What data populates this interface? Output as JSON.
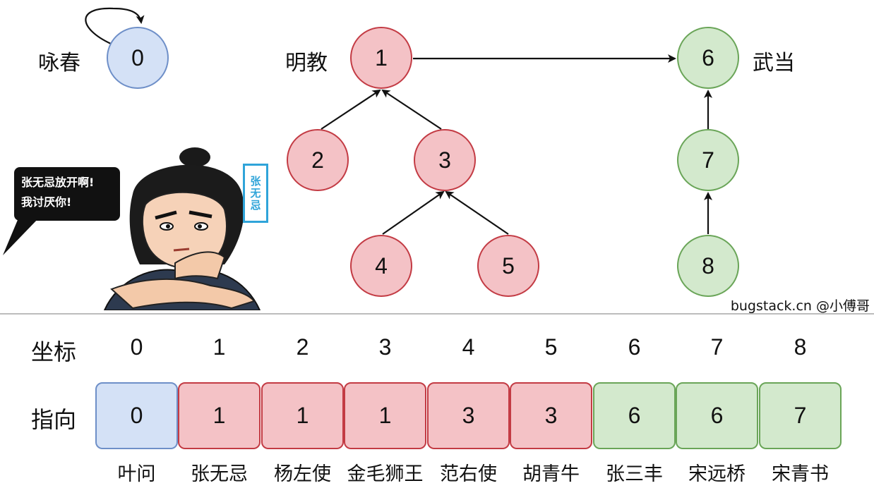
{
  "graph": {
    "labels": {
      "wingchun": "咏春",
      "mingjiao": "明教",
      "wudang": "武当"
    },
    "nodes": {
      "n0": "0",
      "n1": "1",
      "n2": "2",
      "n3": "3",
      "n4": "4",
      "n5": "5",
      "n6": "6",
      "n7": "7",
      "n8": "8"
    },
    "edges": [
      {
        "from": "0",
        "to": "0"
      },
      {
        "from": "1",
        "to": "6"
      },
      {
        "from": "2",
        "to": "1"
      },
      {
        "from": "3",
        "to": "1"
      },
      {
        "from": "4",
        "to": "3"
      },
      {
        "from": "5",
        "to": "3"
      },
      {
        "from": "7",
        "to": "6"
      },
      {
        "from": "8",
        "to": "7"
      }
    ]
  },
  "illustration": {
    "speech_line1": "张无忌放开啊!",
    "speech_line2": "我讨厌你!",
    "name_tag": "张无忌"
  },
  "watermark": "bugstack.cn @小傅哥",
  "table": {
    "index_label": "坐标",
    "parent_label": "指向",
    "indices": [
      "0",
      "1",
      "2",
      "3",
      "4",
      "5",
      "6",
      "7",
      "8"
    ],
    "parents": [
      "0",
      "1",
      "1",
      "1",
      "3",
      "3",
      "6",
      "6",
      "7"
    ],
    "names": [
      "叶问",
      "张无忌",
      "杨左使",
      "金毛狮王",
      "范右使",
      "胡青牛",
      "张三丰",
      "宋远桥",
      "宋青书"
    ],
    "groups": [
      "blue",
      "red",
      "red",
      "red",
      "red",
      "red",
      "green",
      "green",
      "green"
    ],
    "colors": {
      "blue": {
        "fill": "#d4e1f6",
        "stroke": "#6e8fc8"
      },
      "red": {
        "fill": "#f4c2c6",
        "stroke": "#c33b44"
      },
      "green": {
        "fill": "#d3e9cd",
        "stroke": "#6aa558"
      }
    }
  }
}
